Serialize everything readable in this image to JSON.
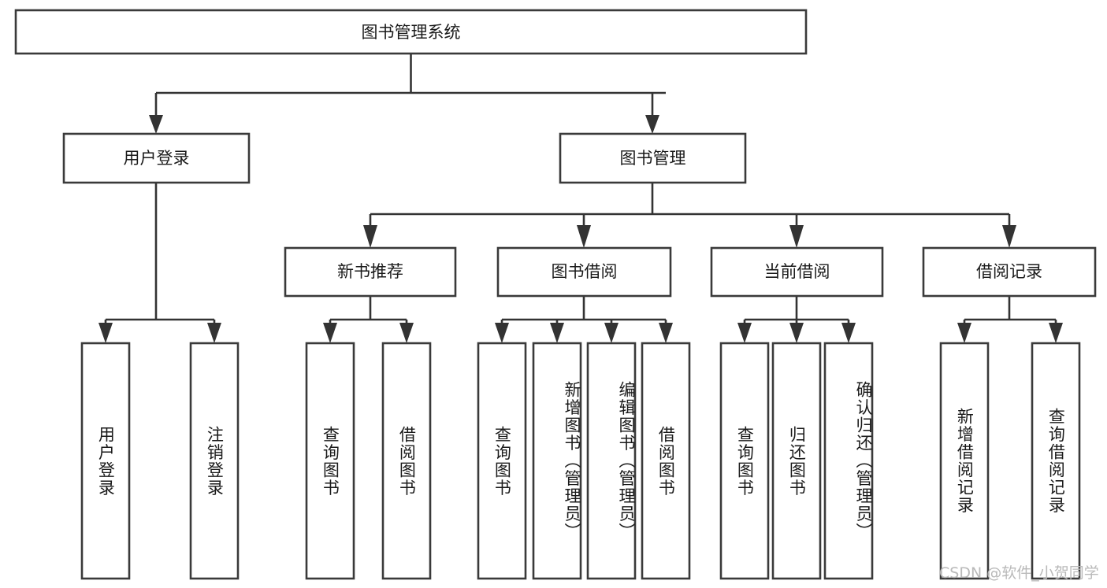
{
  "diagram": {
    "title_node": {
      "label": "图书管理系统"
    },
    "level2": [
      {
        "id": "user-login",
        "label": "用户登录"
      },
      {
        "id": "book-management",
        "label": "图书管理"
      }
    ],
    "level3": [
      {
        "id": "new-book-recommend",
        "label": "新书推荐"
      },
      {
        "id": "book-borrow",
        "label": "图书借阅"
      },
      {
        "id": "current-borrow",
        "label": "当前借阅"
      },
      {
        "id": "borrow-record",
        "label": "借阅记录"
      }
    ],
    "leaves": {
      "user_login": [
        {
          "id": "leaf-user-login",
          "label": "用户登录"
        },
        {
          "id": "leaf-logout-login",
          "label": "注销登录"
        }
      ],
      "new_book_recommend": [
        {
          "id": "leaf-query-book-1",
          "label": "查询图书"
        },
        {
          "id": "leaf-borrow-book-1",
          "label": "借阅图书"
        }
      ],
      "book_borrow": [
        {
          "id": "leaf-query-book-2",
          "label": "查询图书"
        },
        {
          "id": "leaf-add-book",
          "label": "新增图书（管理员）"
        },
        {
          "id": "leaf-edit-book",
          "label": "编辑图书（管理员）"
        },
        {
          "id": "leaf-borrow-book-2",
          "label": "借阅图书"
        }
      ],
      "current_borrow": [
        {
          "id": "leaf-query-book-3",
          "label": "查询图书"
        },
        {
          "id": "leaf-return-book",
          "label": "归还图书"
        },
        {
          "id": "leaf-confirm-return",
          "label": "确认归还（管理员）"
        }
      ],
      "borrow_record": [
        {
          "id": "leaf-add-record",
          "label": "新增借阅记录"
        },
        {
          "id": "leaf-query-record",
          "label": "查询借阅记录"
        }
      ]
    },
    "colors": {
      "box_stroke": "#3a3a3a",
      "connector": "#333333",
      "text": "#1a1a1a",
      "background": "#ffffff",
      "watermark": "#b9b9b9"
    }
  },
  "watermark": {
    "text": "CSDN @软件_小贺同学"
  }
}
